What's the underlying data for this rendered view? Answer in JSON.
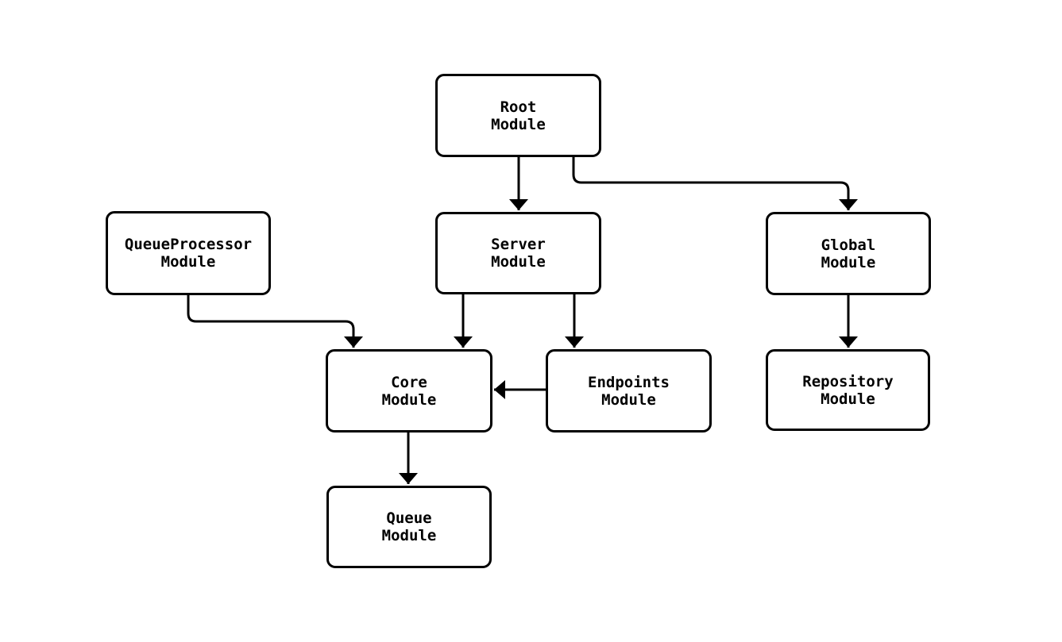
{
  "diagram": {
    "type": "module-dependency-diagram",
    "colors": {
      "background": "#ffffff",
      "node_fill": "#ffffff",
      "node_border": "#000000",
      "edge_stroke": "#000000",
      "text": "#000000"
    },
    "nodes": [
      {
        "id": "root",
        "label": "Root\nModule"
      },
      {
        "id": "queueprocessor",
        "label": "QueueProcessor\nModule"
      },
      {
        "id": "server",
        "label": "Server\nModule"
      },
      {
        "id": "global",
        "label": "Global\nModule"
      },
      {
        "id": "core",
        "label": "Core\nModule"
      },
      {
        "id": "endpoints",
        "label": "Endpoints\nModule"
      },
      {
        "id": "repository",
        "label": "Repository\nModule"
      },
      {
        "id": "queue",
        "label": "Queue\nModule"
      }
    ],
    "edges": [
      {
        "from": "root",
        "to": "server"
      },
      {
        "from": "root",
        "to": "global"
      },
      {
        "from": "queueprocessor",
        "to": "core"
      },
      {
        "from": "server",
        "to": "core"
      },
      {
        "from": "server",
        "to": "endpoints"
      },
      {
        "from": "global",
        "to": "repository"
      },
      {
        "from": "endpoints",
        "to": "core"
      },
      {
        "from": "core",
        "to": "queue"
      }
    ]
  }
}
